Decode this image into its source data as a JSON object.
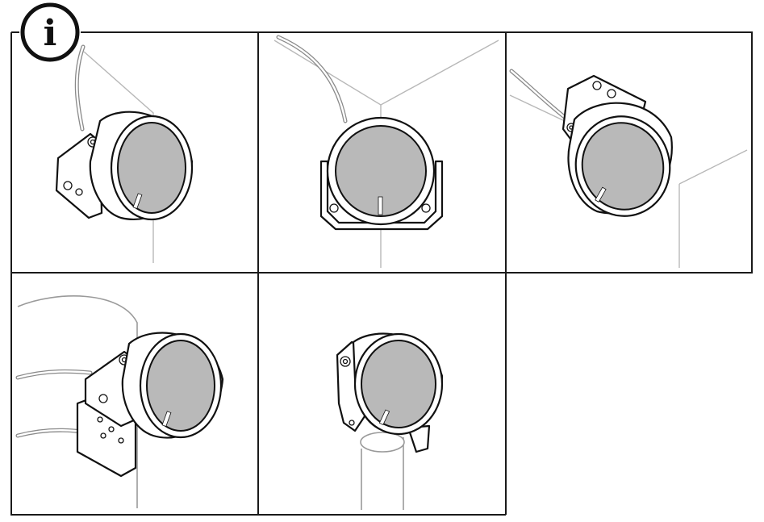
{
  "info_badge": {
    "symbol": "i",
    "icon": "info-icon"
  },
  "panels": [
    {
      "id": "wall-side-mount",
      "icon": "wall-side-mount-illustration"
    },
    {
      "id": "corner-front-mount",
      "icon": "corner-mount-illustration"
    },
    {
      "id": "ceiling-corner-mount",
      "icon": "ceiling-mount-illustration"
    },
    {
      "id": "pole-clamp-mount",
      "icon": "pole-clamp-mount-illustration"
    },
    {
      "id": "pole-top-mount",
      "icon": "pole-top-mount-illustration"
    }
  ],
  "colors": {
    "border": "#1a1a1a",
    "lens": "#b9b9b9",
    "wall_lines": "#b8b8b8",
    "cable": "#8a8a8a"
  }
}
